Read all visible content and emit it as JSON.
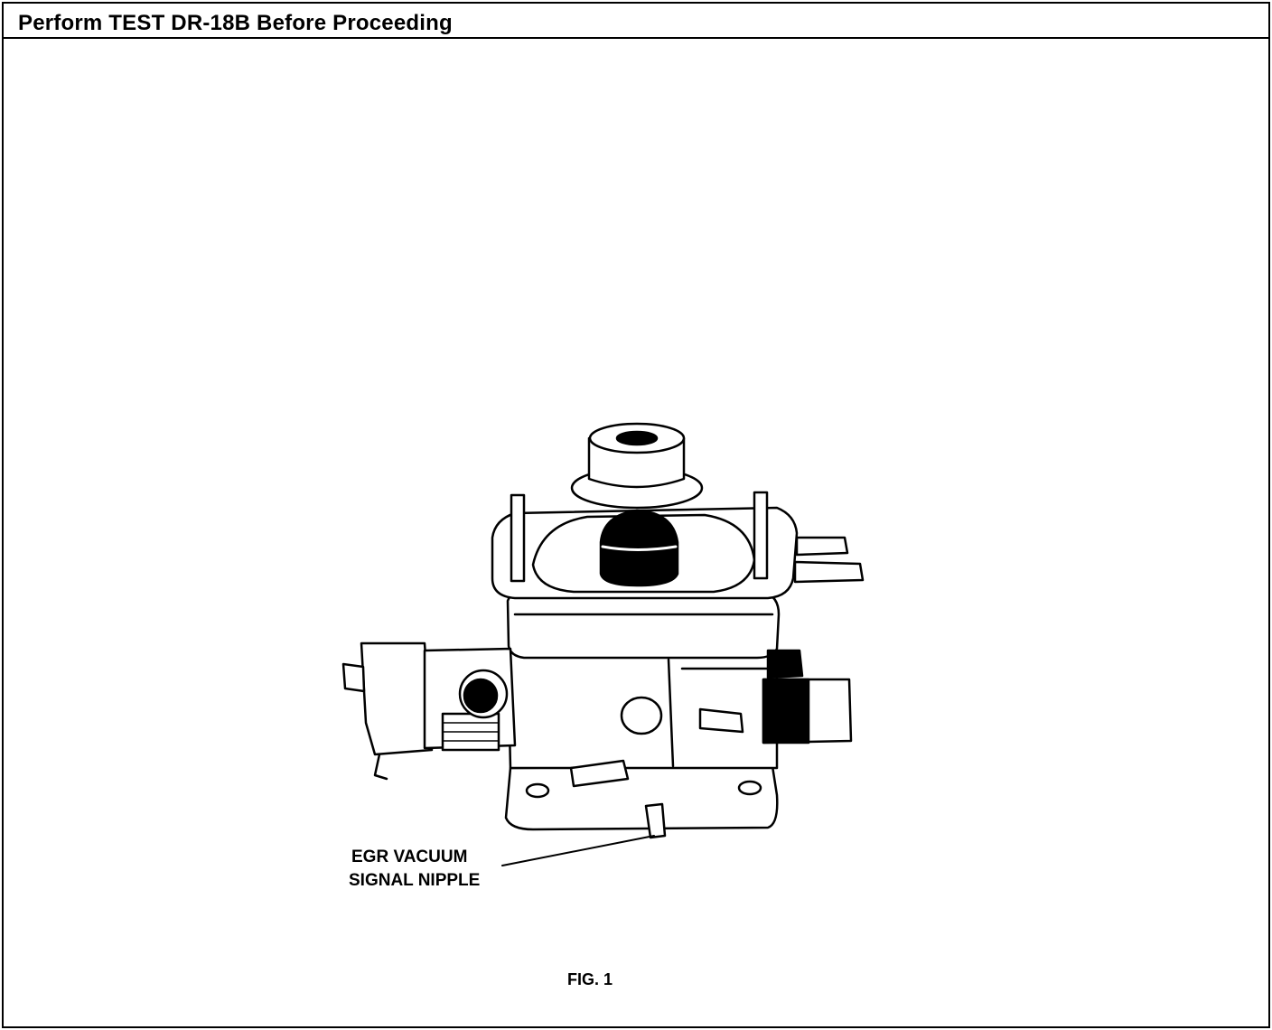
{
  "header": {
    "title": "Perform TEST DR-18B Before Proceeding"
  },
  "figure": {
    "callout": {
      "line1": "EGR VACUUM",
      "line2": "SIGNAL NIPPLE"
    },
    "caption": "FIG. 1"
  }
}
